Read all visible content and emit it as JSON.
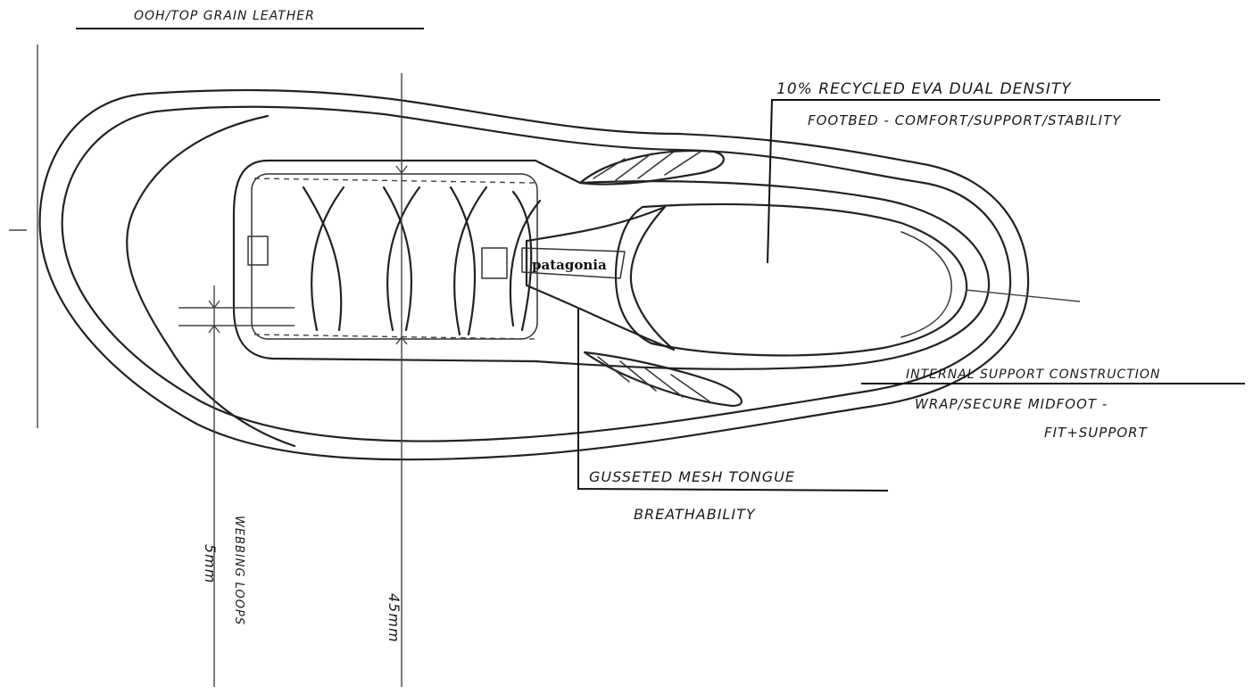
{
  "labels": {
    "material": "OOH/TOP GRAIN LEATHER",
    "footbed_line1": "10% RECYCLED EVA DUAL DENSITY",
    "footbed_line2": "FOOTBED - COMFORT/SUPPORT/STABILITY",
    "internal_line1": "INTERNAL SUPPORT CONSTRUCTION",
    "internal_line2": "WRAP/SECURE MIDFOOT -",
    "internal_line3": "FIT+SUPPORT",
    "tongue_line1": "GUSSETED MESH TONGUE",
    "tongue_line2": "BREATHABILITY",
    "brand": "patagonia",
    "webbing_dim": "WEBBING LOOPS",
    "webbing_size": "5mm",
    "height_dim": "45mm"
  }
}
